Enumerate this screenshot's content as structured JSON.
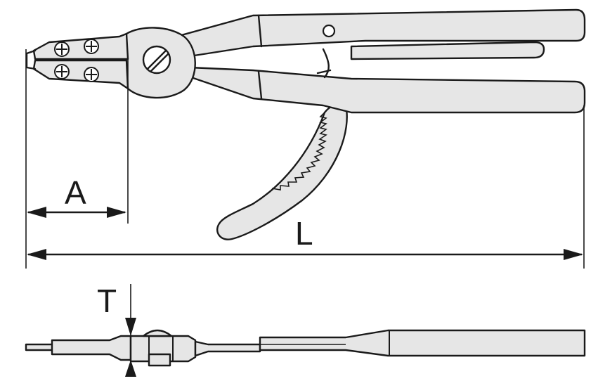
{
  "labels": {
    "jaw_length": "A",
    "overall_length": "L",
    "thickness": "T"
  },
  "colors": {
    "stroke": "#1a1a1a",
    "fill": "#e6e6e6",
    "background": "#ffffff"
  }
}
